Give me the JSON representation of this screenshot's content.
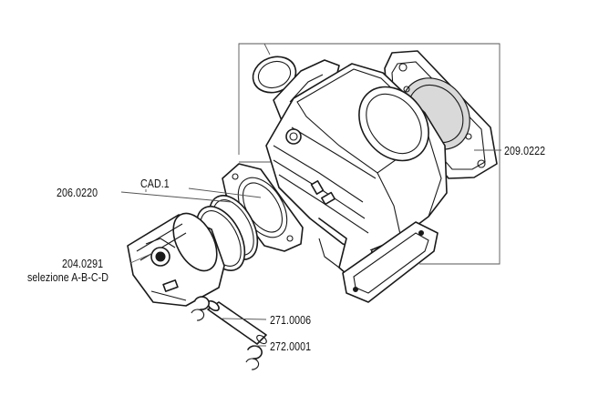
{
  "labels": {
    "cylinder_kit": "209.0222",
    "cad": "CAD.1",
    "rings": "206.0220",
    "piston": "204.0291",
    "piston_selection": "selezione A-B-C-D",
    "pin": "271.0006",
    "clip": "272.0001"
  }
}
